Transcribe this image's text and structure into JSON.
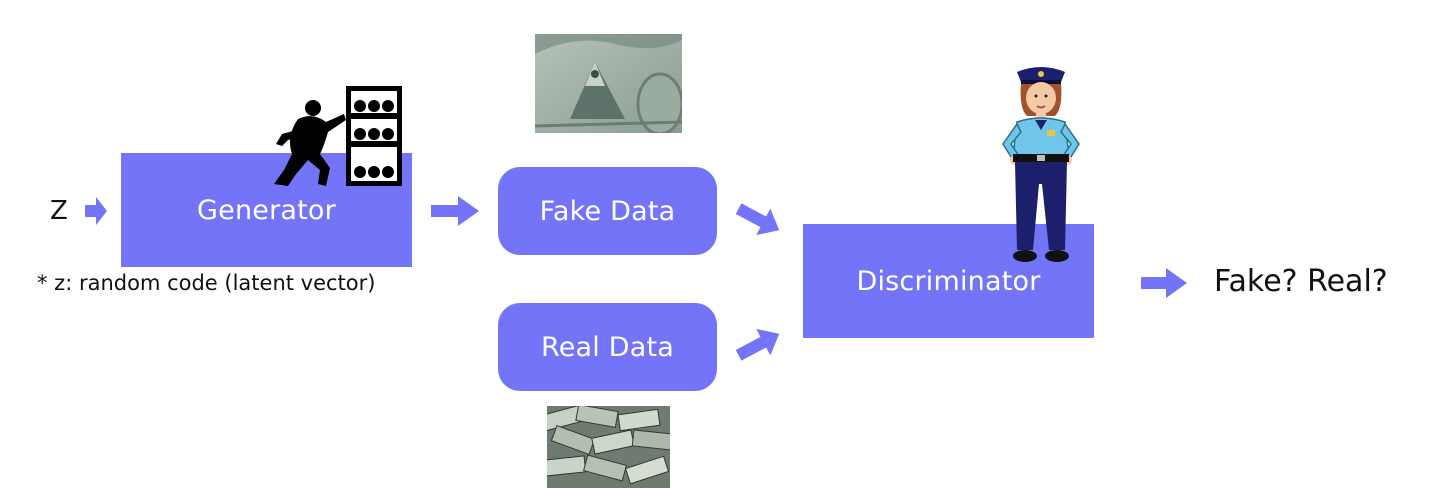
{
  "diagram": {
    "input_label": "Z",
    "note": "* z: random code (latent vector)",
    "generator_label": "Generator",
    "fake_data_label": "Fake Data",
    "real_data_label": "Real Data",
    "discriminator_label": "Discriminator",
    "output_label": "Fake? Real?"
  },
  "colors": {
    "box": "#7474f8",
    "arrow": "#7474f8",
    "box_text": "#ffffff"
  },
  "icons": {
    "counterfeiter": "counterfeiter-silhouette-icon",
    "dollar_bill": "dollar-bill-photo",
    "money_pile": "money-pile-photo",
    "police_officer": "police-officer-icon"
  }
}
